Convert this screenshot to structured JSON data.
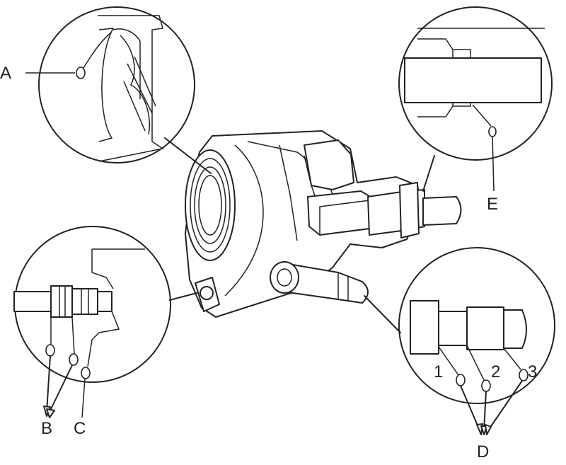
{
  "labels": {
    "a": "A",
    "b": "B",
    "c": "C",
    "d": "D",
    "e": "E",
    "d1": "1",
    "d2": "2",
    "d3": "3"
  },
  "colors": {
    "line": "#222222",
    "background": "#ffffff"
  }
}
